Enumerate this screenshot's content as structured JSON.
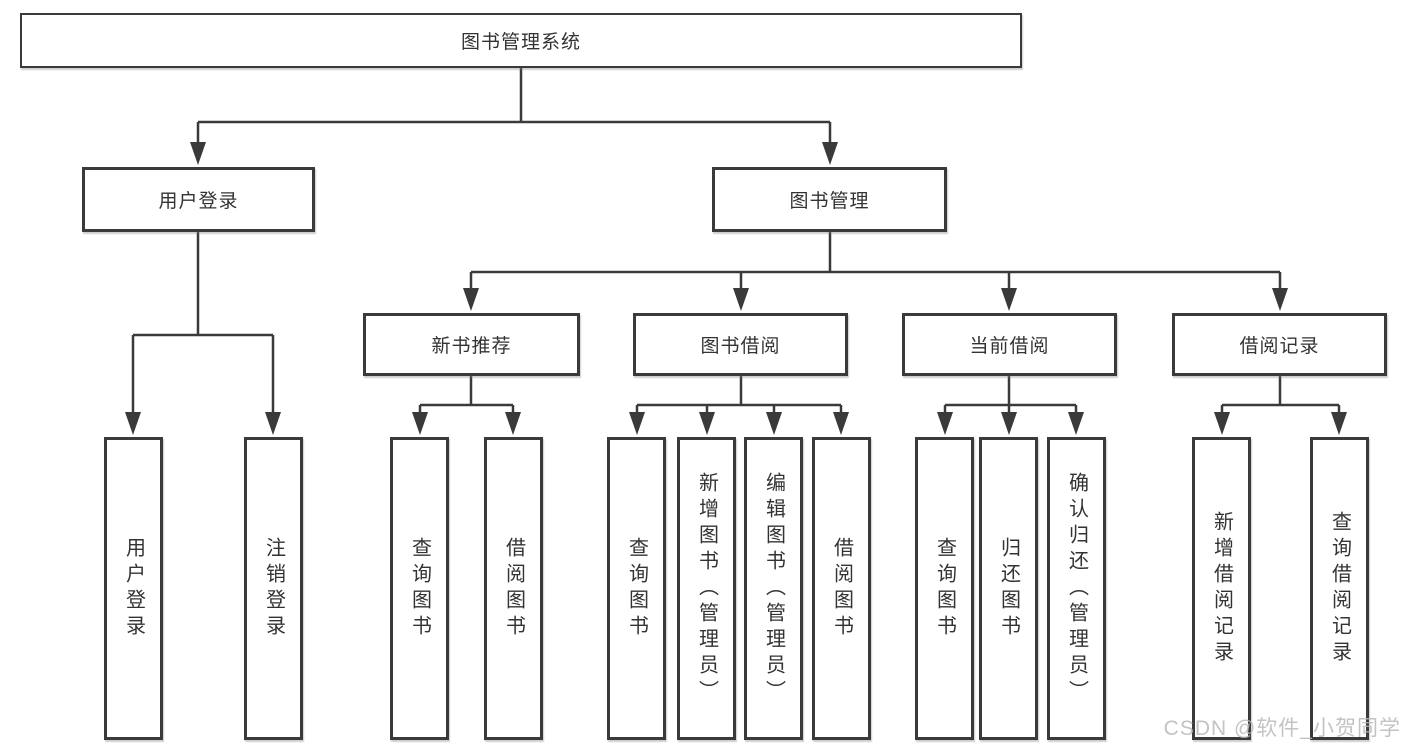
{
  "diagram": {
    "title": "图书管理系统",
    "line_color": "#3a3a3a",
    "box_background": "#ffffff",
    "text_color": "#333333",
    "watermark_color": "#b9b9b9"
  },
  "tree": {
    "root": {
      "label": "图书管理系统"
    },
    "branches": [
      {
        "label": "用户登录",
        "children": [
          {
            "label": "用户登录"
          },
          {
            "label": "注销登录"
          }
        ]
      },
      {
        "label": "图书管理",
        "children": [
          {
            "label": "新书推荐",
            "children": [
              {
                "label": "查询图书"
              },
              {
                "label": "借阅图书"
              }
            ]
          },
          {
            "label": "图书借阅",
            "children": [
              {
                "label": "查询图书"
              },
              {
                "label": "新增图书（管理员）"
              },
              {
                "label": "编辑图书（管理员）"
              },
              {
                "label": "借阅图书"
              }
            ]
          },
          {
            "label": "当前借阅",
            "children": [
              {
                "label": "查询图书"
              },
              {
                "label": "归还图书"
              },
              {
                "label": "确认归还（管理员）"
              }
            ]
          },
          {
            "label": "借阅记录",
            "children": [
              {
                "label": "新增借阅记录"
              },
              {
                "label": "查询借阅记录"
              }
            ]
          }
        ]
      }
    ]
  },
  "watermark": "CSDN @软件_小贺同学"
}
